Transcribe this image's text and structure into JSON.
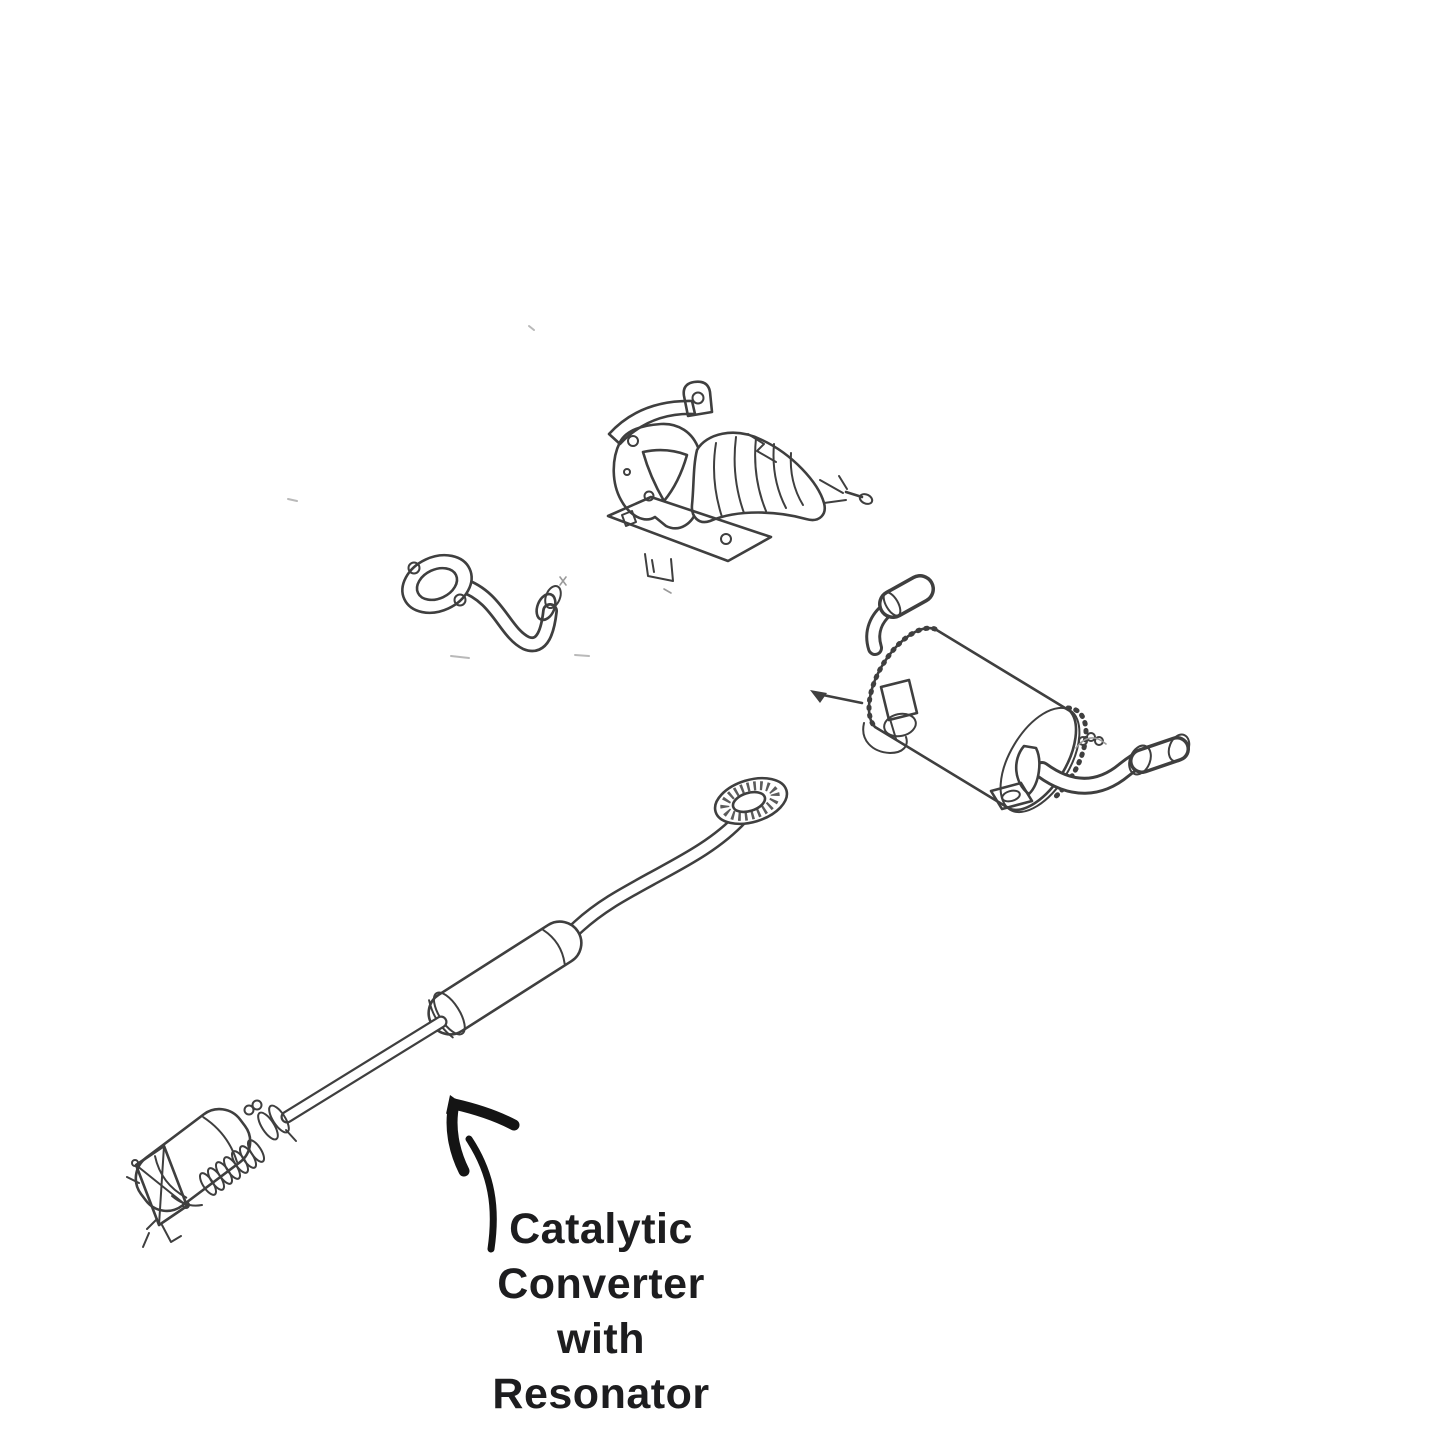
{
  "colors": {
    "line": "#3f3f3f",
    "ink": "#141414",
    "label": "#1d1d1f",
    "background": "#ffffff"
  },
  "annotation": {
    "label": "Catalytic Converter with Resonator",
    "lines": [
      "Catalytic",
      "Converter",
      "with",
      "Resonator"
    ]
  },
  "parts": [
    {
      "id": "manifold-catalytic-converter"
    },
    {
      "id": "front-exhaust-pipe"
    },
    {
      "id": "rear-muffler-assembly"
    },
    {
      "id": "center-pipe-with-resonator-and-catalytic-converter"
    }
  ]
}
